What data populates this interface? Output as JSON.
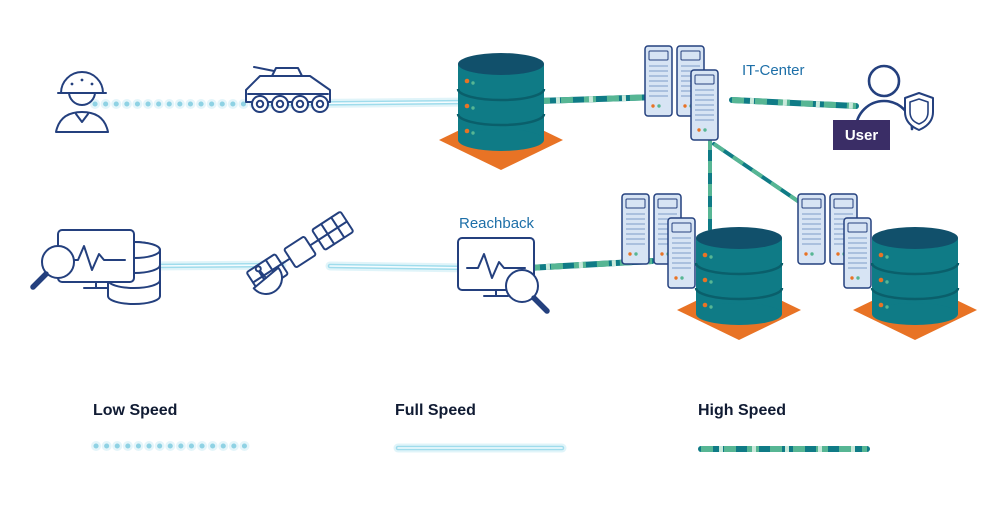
{
  "labels": {
    "it_center": "IT-Center",
    "user": "User",
    "reachback": "Reachback"
  },
  "legend": {
    "items": [
      {
        "label": "Low Speed",
        "style": "low"
      },
      {
        "label": "Full Speed",
        "style": "full"
      },
      {
        "label": "High Speed",
        "style": "high"
      }
    ]
  },
  "links": [
    {
      "from": "soldier",
      "to": "armored-vehicle",
      "speed": "low"
    },
    {
      "from": "armored-vehicle",
      "to": "field-database",
      "speed": "full"
    },
    {
      "from": "field-database",
      "to": "it-center",
      "speed": "high"
    },
    {
      "from": "it-center",
      "to": "user",
      "speed": "high"
    },
    {
      "from": "it-center",
      "to": "server-cluster-left",
      "speed": "high"
    },
    {
      "from": "it-center",
      "to": "server-cluster-right",
      "speed": "high"
    },
    {
      "from": "analysis-station",
      "to": "satellite",
      "speed": "full"
    },
    {
      "from": "satellite",
      "to": "reachback-terminal",
      "speed": "full"
    },
    {
      "from": "reachback-terminal",
      "to": "server-cluster-left",
      "speed": "high"
    }
  ],
  "icons": {
    "soldier-icon": "outline person with helmet",
    "armored-vehicle-icon": "outline wheeled APC",
    "database-icon": "teal stacked cylinders on orange diamond",
    "server-cluster-icon": "group of three server towers",
    "user-icon": "outline person",
    "shield-icon": "outline security shield",
    "analysis-station-icon": "database, pulse monitor and magnifier",
    "satellite-icon": "satellite with solar panels and dish",
    "reachback-terminal-icon": "pulse monitor with magnifier"
  },
  "colors": {
    "navy": "#24407e",
    "teal": "#0f7b86",
    "dbtop": "#11506b",
    "orange": "#e87325",
    "green": "#57b694",
    "indigo": "#3a2d66",
    "labelblue": "#1d6fa8",
    "textdark": "#101b33",
    "srvfill": "#d7e4f4"
  }
}
